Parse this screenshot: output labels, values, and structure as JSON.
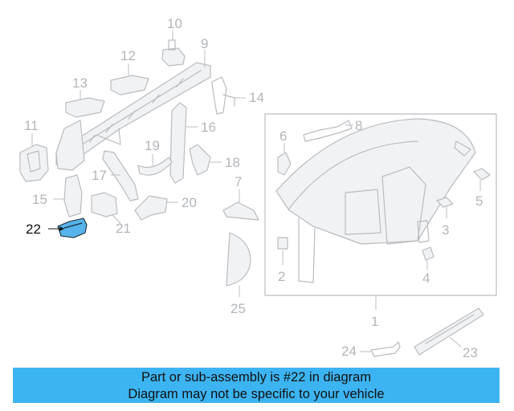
{
  "diagram": {
    "callouts": [
      "1",
      "2",
      "3",
      "4",
      "5",
      "6",
      "7",
      "8",
      "9",
      "10",
      "11",
      "12",
      "13",
      "14",
      "15",
      "16",
      "17",
      "18",
      "19",
      "20",
      "21",
      "22",
      "23",
      "24",
      "25"
    ],
    "highlighted_part": "22"
  },
  "banner": {
    "line1": "Part or sub-assembly is #22 in diagram",
    "line2": "Diagram may not be specific to your vehicle",
    "color": "#3db4f2"
  },
  "colors": {
    "part_line": "#b9bcc0",
    "highlight": "#56b4ea"
  }
}
